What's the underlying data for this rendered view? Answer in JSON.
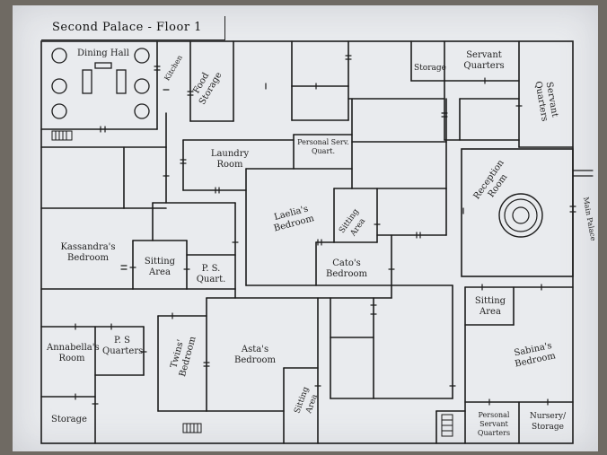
{
  "title": "Second Palace - Floor 1",
  "rooms": {
    "dining_hall": "Dining Hall",
    "kitchen": "Kitchen",
    "food_storage": "Food Storage",
    "storage_top": "Storage",
    "servant_quarters_top": "Servant Quarters",
    "servant_quarters_right": "Servant Quarters",
    "laundry_room": "Laundry Room",
    "personal_serv_quart": "Personal Serv. Quart.",
    "laelias_bedroom": "Laelia's Bedroom",
    "sitting_area_laelia": "Sitting Area",
    "catos_bedroom": "Cato's Bedroom",
    "reception_room": "Reception Room",
    "main_palace": "Main Palace",
    "kassandras_bedroom": "Kassandra's Bedroom",
    "sitting_area_kassandra": "Sitting Area",
    "ps_quart": "P. S. Quart.",
    "annabellas_room": "Annabella's Room",
    "ps_quarters": "P. S Quarters",
    "twins_bedroom": "Twins' Bedroom",
    "astas_bedroom": "Asta's Bedroom",
    "sitting_area_asta": "Sitting Area",
    "storage_bottom": "Storage",
    "sitting_area_sabina": "Sitting Area",
    "sabinas_bedroom": "Sabina's Bedroom",
    "personal_servant_quarters": "Personal Servant Quarters",
    "nursery_storage": "Nursery/ Storage"
  }
}
